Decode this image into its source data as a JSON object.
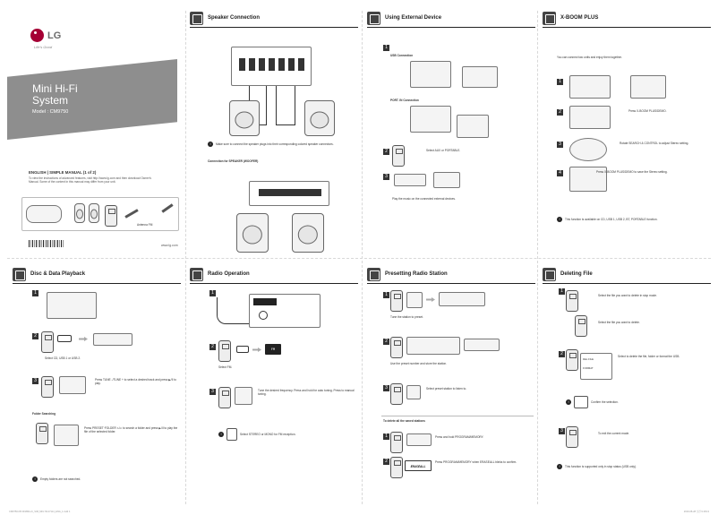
{
  "cover": {
    "brand": "LG",
    "tagline": "Life's Good",
    "product_line1": "Mini Hi-Fi",
    "product_line2": "System",
    "model": "Model : CM9750",
    "manual_label": "ENGLISH | SIMPLE MANUAL (1 of 2)",
    "description": "To view the instructions of advanced features, visit http://www.lg.com and then download Owner's Manual. Some of the content in this manual may differ from your unit.",
    "antenna_label": "Antenna FM",
    "website": "www.lg.com"
  },
  "panels": {
    "speaker_connection": {
      "title": "Speaker Connection",
      "note": "Make sure to connect the speaker plugs into their corresponding colored speaker connectors.",
      "subheading": "Connection for SPEAKER (WOOFER)"
    },
    "external_device": {
      "title": "Using External Device",
      "usb_label": "USB Connection",
      "port_label": "PORT. IN Connection",
      "step2_text": "Select AUX or PORTABLE.",
      "step3_text": "Play the music on the connected external devices."
    },
    "xboom_plus": {
      "title": "X-BOOM PLUS",
      "intro": "You can connect two units and enjoy them together.",
      "step2_text": "Press X-BOOM PLUS/DEMO.",
      "step3_text": "Rotate SEARCH & CONTROL to adjust Stereo setting.",
      "step4_text": "Press X-BOOM PLUS/DEMO to save the Stereo setting.",
      "note": "This function is available on CD, USB 1, USB 2, BT, PORTABLE function."
    },
    "disc_playback": {
      "title": "Disc & Data Playback",
      "step2_text": "Select CD, USB 1 or USB 2.",
      "step3_text": "Press TUNE -/TUNE + to select a desired track and press ▶/II to play.",
      "subheading": "Folder Searching",
      "folder_text": "Press PRESET·FOLDER ∧/∨ to search a folder and press ▶/II to play the file of the selected folder.",
      "note": "Empty folders are not searched."
    },
    "radio_operation": {
      "title": "Radio Operation",
      "step2_text": "Select FM.",
      "step3_text": "Tune the desired frequency. Press and hold for auto tuning. Press to manual tuning.",
      "display_text": "FM",
      "note": "Select STEREO or MONO for FM reception."
    },
    "presetting_radio": {
      "title": "Presetting Radio Station",
      "step1_text": "Tune the station to preset.",
      "step2_text": "Use the preset number and store the station.",
      "step3_text": "Select preset station to listen to.",
      "subheading": "To delete all the saved stations",
      "del1_text": "Press and hold PROGRAM/MEMORY.",
      "del2_text": "Press PROGRAM/MEMORY when ERASEALL blinks to confirm.",
      "erase_label": "ERASEALL"
    },
    "deleting_file": {
      "title": "Deleting File",
      "step1_text": "Select the file you want to delete in stop mode.",
      "step1b_text": "Select the file you want to delete.",
      "step2_text": "Select to delete the file, folder or format the USB.",
      "step3_text": "Confirm the selection.",
      "step4_text": "To exit the current mode.",
      "note": "This function is supported only in stop status (USB only).",
      "display_del": "DEL FILE",
      "display_format": "FORMAT"
    }
  },
  "footer": {
    "file_id": "CM9750-FB.DNZMLLK_SIM_MFL71127114_ENG_1.indd 1",
    "date": "2019-08-28 오전 9:18:13"
  }
}
